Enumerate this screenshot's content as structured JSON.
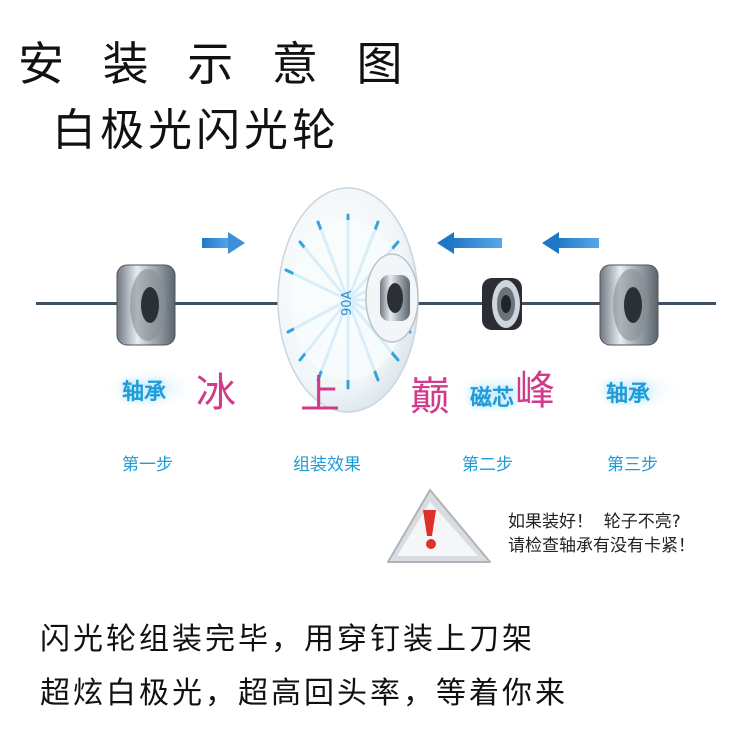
{
  "header": {
    "title": "安 装 示 意 图",
    "subtitle": "白极光闪光轮"
  },
  "diagram": {
    "left_bearing_label": "轴承",
    "right_bearing_label": "轴承",
    "core_label": "磁芯",
    "wheel_text": "90A",
    "steps": {
      "step1": "第一步",
      "assembled": "组装效果",
      "step2": "第二步",
      "step3": "第三步"
    },
    "watermark": [
      "冰",
      "上",
      "巅",
      "峰"
    ],
    "colors": {
      "accent_blue": "#1f9bd8",
      "watermark_pink": "#d23a8a",
      "warning_red": "#e0302a"
    }
  },
  "warning": {
    "icon": "warning-triangle-icon",
    "line1": "如果装好！  轮子不亮?",
    "line2": "请检查轴承有没有卡紧！"
  },
  "footer": {
    "line1": "闪光轮组装完毕，用穿钉装上刀架",
    "line2": "超炫白极光，超高回头率，等着你来"
  }
}
